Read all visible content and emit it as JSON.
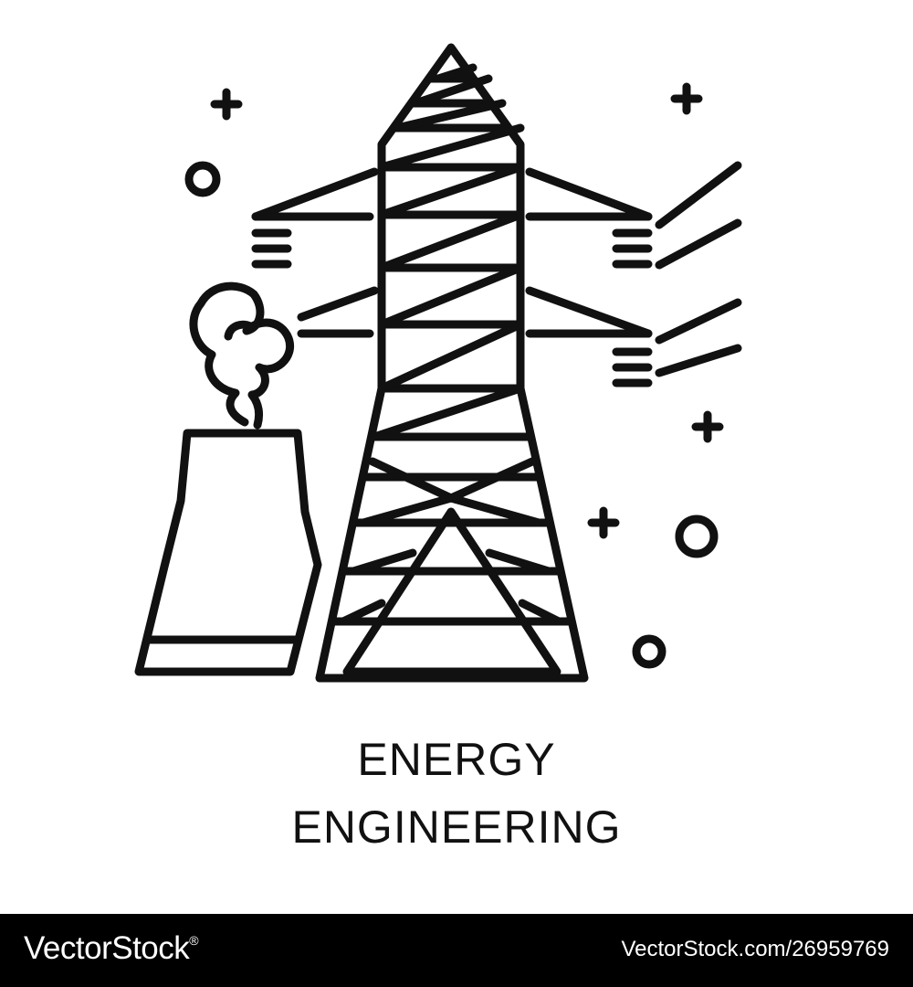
{
  "caption": {
    "line1": "ENERGY",
    "line2": "ENGINEERING"
  },
  "footer": {
    "brand": "VectorStock",
    "brand_mark": "®",
    "url": "VectorStock.com/26959769"
  },
  "colors": {
    "ink": "#111111",
    "background": "#ffffff",
    "footer_background": "#000000",
    "footer_text": "#ffffff"
  },
  "icons": [
    "transmission-tower-icon",
    "cooling-tower-icon",
    "smoke-icon",
    "plus-sparkle-icon",
    "circle-sparkle-icon",
    "power-line-icon"
  ]
}
